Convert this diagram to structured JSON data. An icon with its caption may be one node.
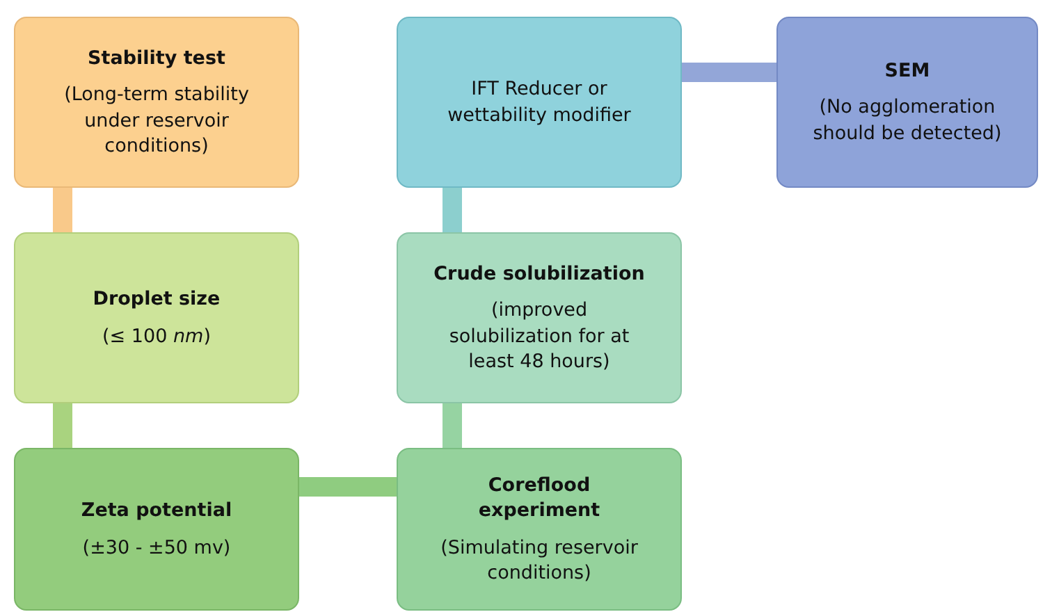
{
  "diagram": {
    "nodes": [
      {
        "text": [
          "Stability test",
          "(Long-term stability under reservoir conditions)"
        ]
      },
      {
        "text": [
          "Droplet size",
          "(≤ 100 *nm*)"
        ]
      },
      {
        "text": [
          "Zeta potential",
          "(±30 - ±50 mv)"
        ]
      },
      {
        "text": [
          "IFT Reducer or wettability modifier"
        ]
      },
      {
        "text": [
          "SEM",
          "(No agglomeration should be detected)"
        ]
      },
      {
        "text": [
          "Crude solubilization",
          "(improved solubilization for at least 48 hours)"
        ]
      },
      {
        "text": [
          "Coreflood experiment",
          "(Simulating reservoir conditions)"
        ]
      }
    ],
    "edges": [
      {
        "from": 0,
        "to": 1,
        "arrow": "none",
        "color": "#f9c98a"
      },
      {
        "from": 1,
        "to": 2,
        "arrow": "none",
        "color": "#a9d37f"
      },
      {
        "from": 2,
        "to": 6,
        "arrow": "none",
        "color": "#8fcc80"
      },
      {
        "from": 6,
        "to": 5,
        "arrow": "none",
        "color": "#96d3a2"
      },
      {
        "from": 5,
        "to": 3,
        "arrow": "none",
        "color": "#8ccfce"
      },
      {
        "from": 3,
        "to": 4,
        "arrow": "none",
        "color": "#93a6d8"
      }
    ]
  }
}
